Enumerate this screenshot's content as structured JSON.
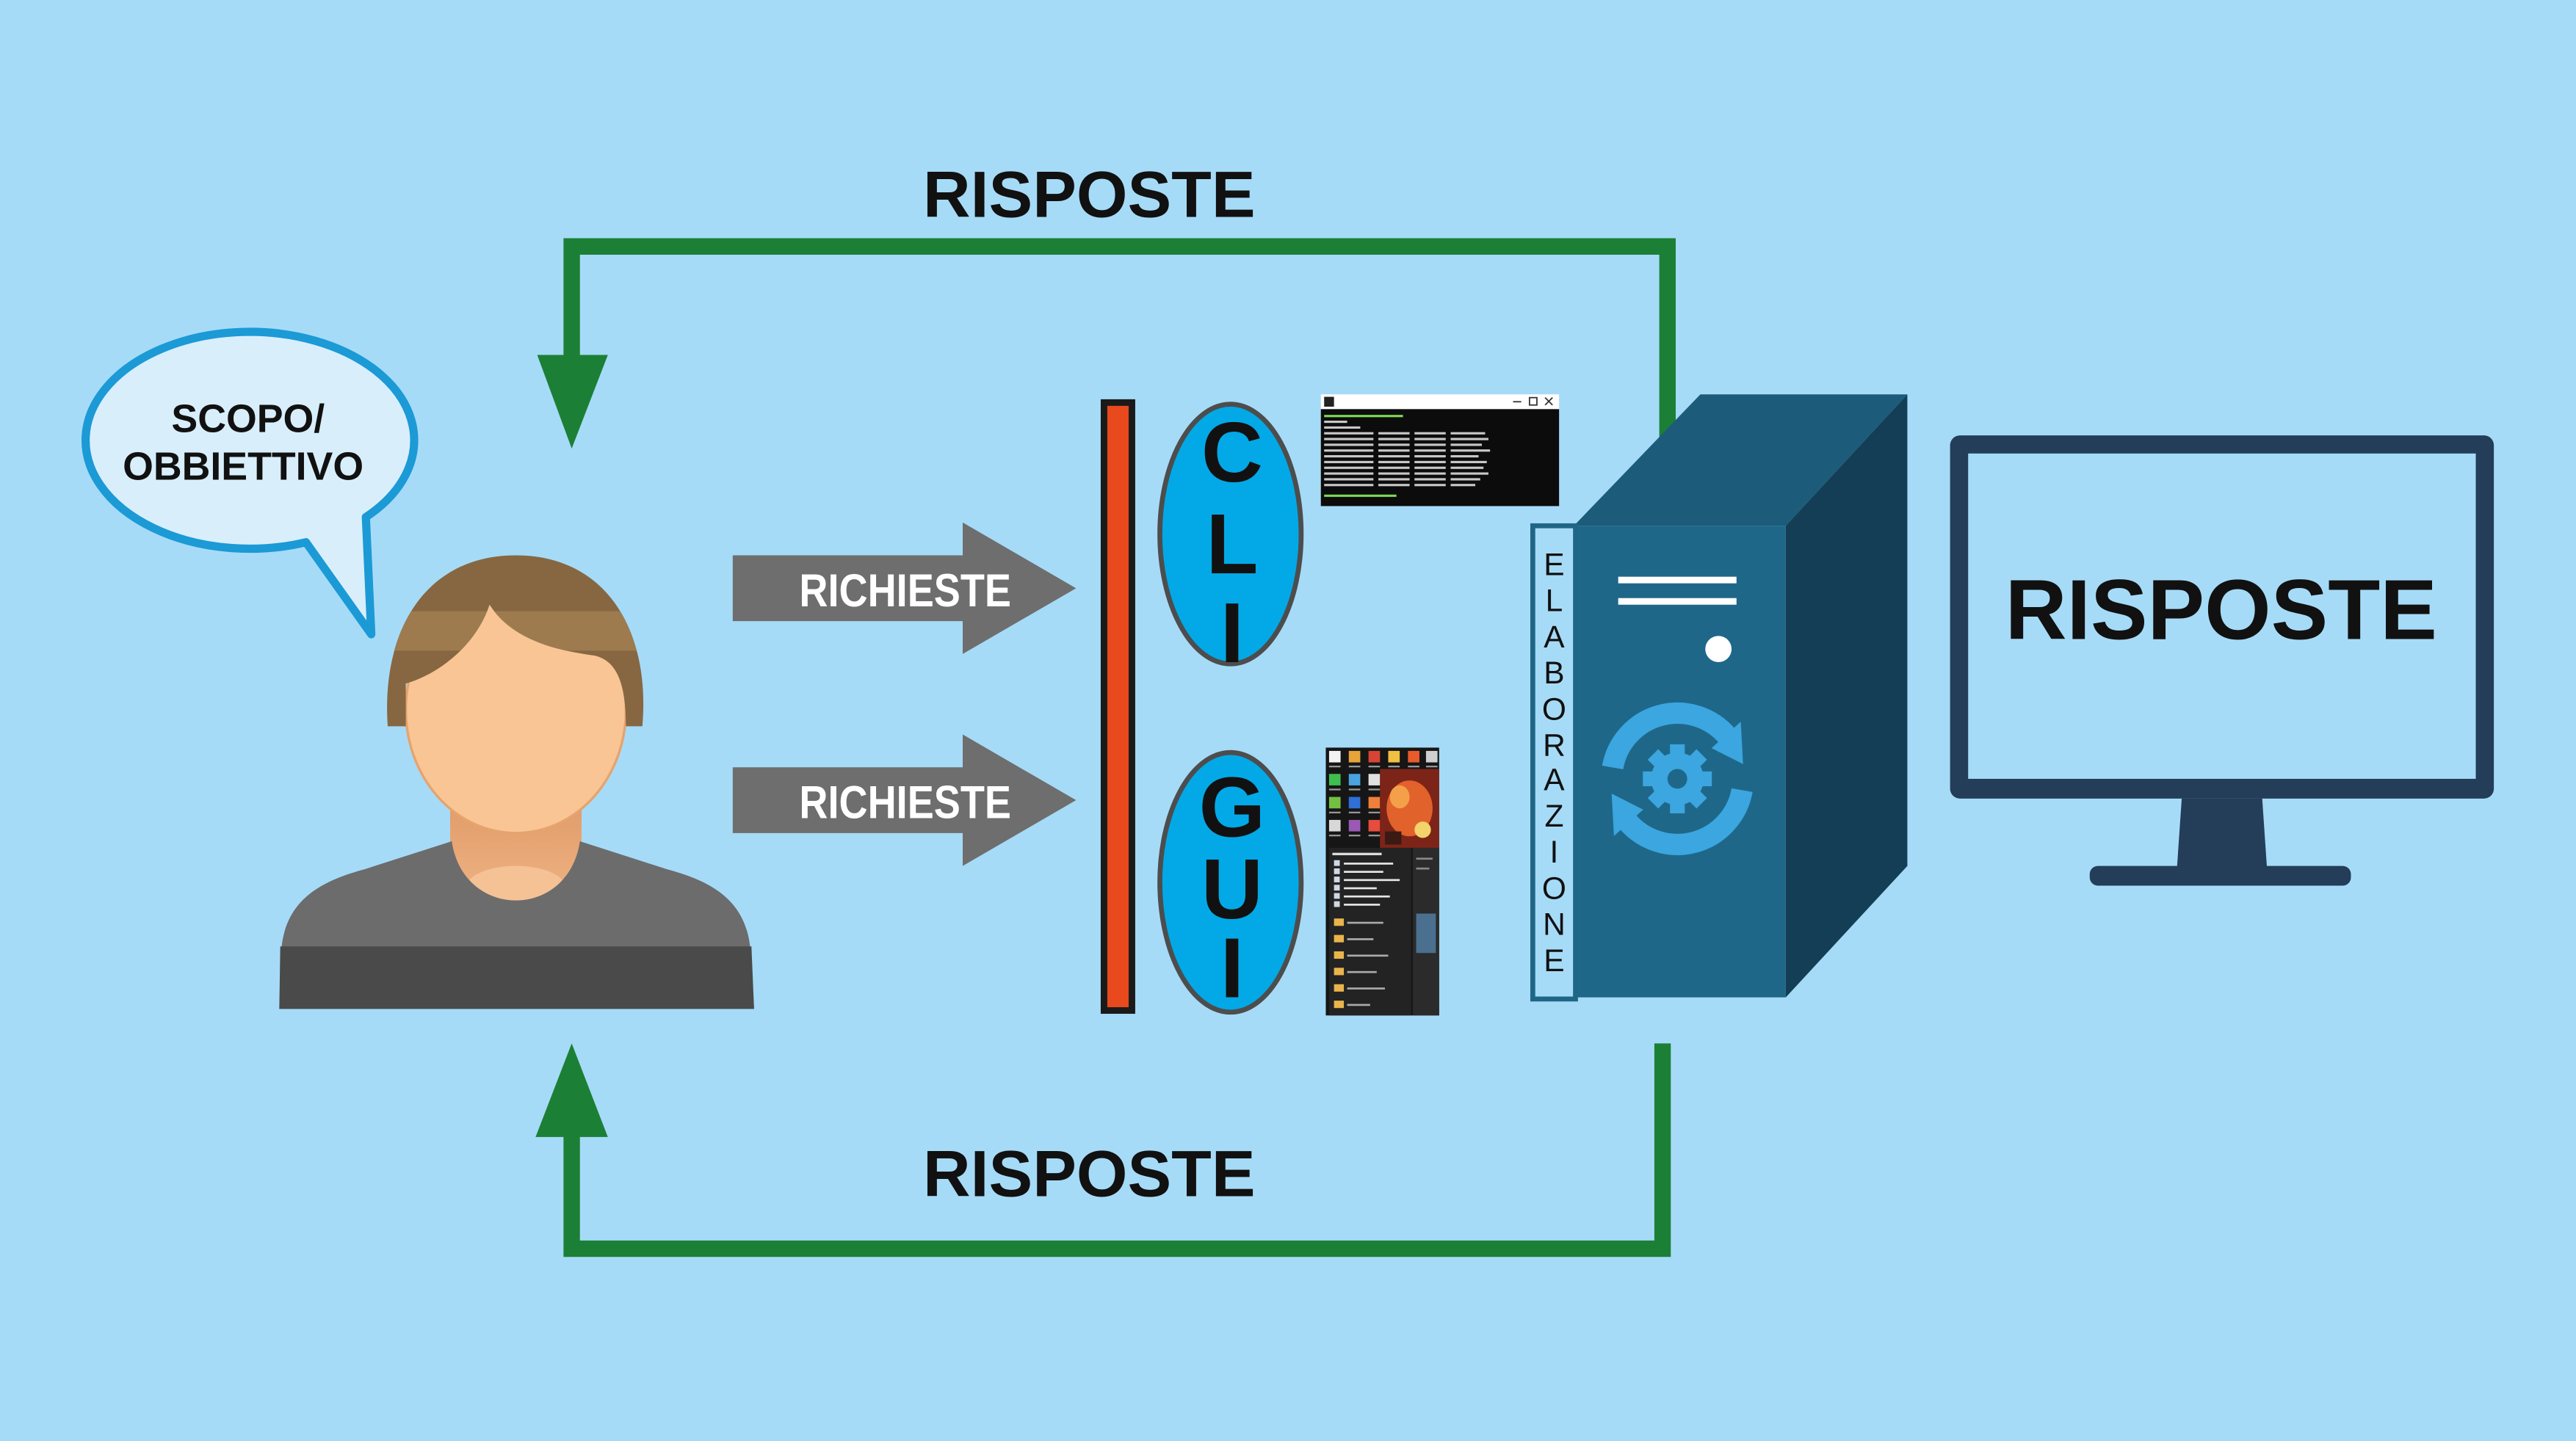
{
  "colors": {
    "background": "#a6dbf7",
    "feedback_arrow": "#1c7f36",
    "request_arrow": "#6e6e6e",
    "request_label": "#ffffff",
    "interface_bar": "#e8491d",
    "interface_ellipse": "#03a9e6",
    "server_front": "#1f6789",
    "server_top": "#1d5b7a",
    "server_side": "#143e55",
    "processing_icon": "#3ba6df",
    "monitor_frame": "#243d58",
    "bubble_fill": "#d9eefb",
    "bubble_border": "#1b9ad6",
    "text": "#111111"
  },
  "feedback_loop": {
    "top_label": "RISPOSTE",
    "bottom_label": "RISPOSTE"
  },
  "user": {
    "speech_bubble": {
      "line1": "SCOPO/",
      "line2": "OBBIETTIVO"
    }
  },
  "requests": [
    {
      "label": "RICHIESTE"
    },
    {
      "label": "RICHIESTE"
    }
  ],
  "interfaces": {
    "cli": {
      "letters": [
        "C",
        "L",
        "I"
      ]
    },
    "gui": {
      "letters": [
        "G",
        "U",
        "I"
      ]
    }
  },
  "server": {
    "label_letters": [
      "E",
      "L",
      "A",
      "B",
      "O",
      "R",
      "A",
      "Z",
      "I",
      "O",
      "N",
      "E"
    ],
    "icon": "gear-sync-icon"
  },
  "monitor": {
    "screen_text": "RISPOSTE"
  }
}
